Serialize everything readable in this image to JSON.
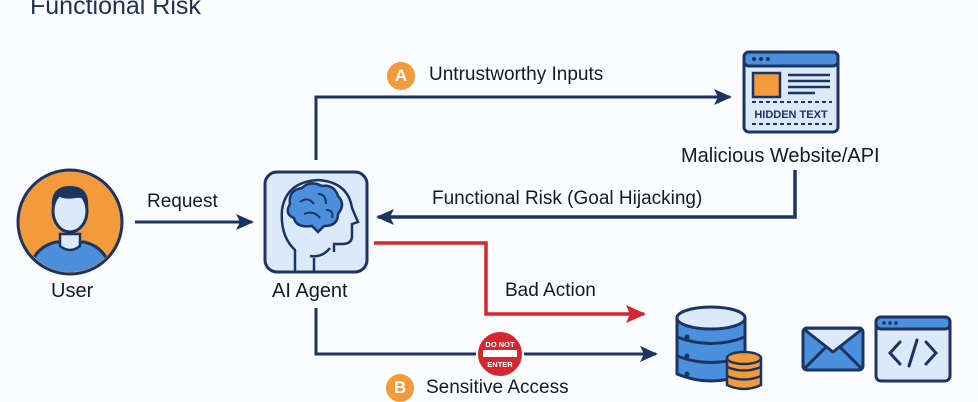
{
  "title": "Functional Risk",
  "nodes": {
    "user": {
      "label": "User",
      "icon": "user-avatar-icon"
    },
    "agent": {
      "label": "AI Agent",
      "icon": "brain-head-icon"
    },
    "website": {
      "label": "Malicious Website/API",
      "icon": "webpage-icon",
      "hidden_text": "HIDDEN TEXT"
    },
    "data_store": {
      "icon": "database-icon"
    },
    "email": {
      "icon": "email-icon"
    },
    "code": {
      "icon": "code-window-icon",
      "glyph": "</>"
    }
  },
  "edges": {
    "request": {
      "label": "Request"
    },
    "untrustworthy": {
      "badge": "A",
      "label": "Untrustworthy Inputs"
    },
    "hijack": {
      "label": "Functional Risk (Goal Hijacking)"
    },
    "bad_action": {
      "label": "Bad Action"
    },
    "sensitive": {
      "badge": "B",
      "label": "Sensitive Access",
      "sign_top": "DO NOT",
      "sign_bottom": "ENTER"
    }
  },
  "colors": {
    "navy": "#1b3461",
    "red": "#d7262f",
    "orange": "#f39a3a",
    "blue": "#4a90dd",
    "light_blue": "#dbe9f8"
  }
}
